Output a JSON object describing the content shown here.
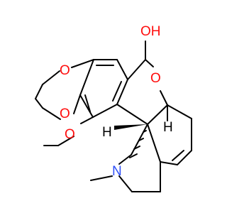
{
  "structure": {
    "atom_labels": {
      "hydroxyl": "OH",
      "ring_oxygen": "O",
      "dioxole_oxygen_top": "O",
      "dioxole_oxygen_bottom": "O",
      "methoxy_oxygen": "O",
      "nitrogen": "N",
      "hydrogen_upper": "H",
      "hydrogen_lower": "H"
    },
    "colors": {
      "oxygen": "#ff0d0d",
      "nitrogen": "#3050f8",
      "bond": "#000000",
      "label": "#000000"
    }
  }
}
